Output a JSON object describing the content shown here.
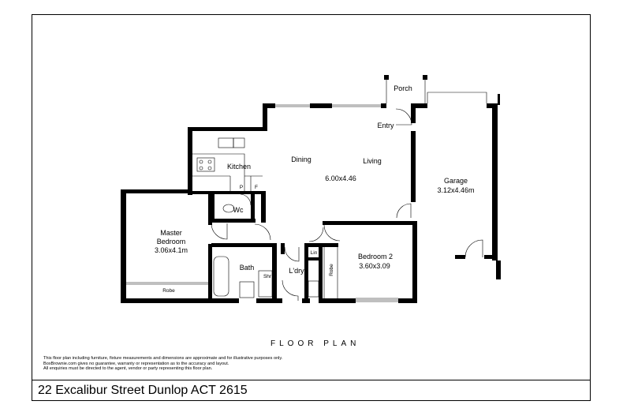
{
  "address": "22 Excalibur Street Dunlop ACT 2615",
  "plan_title": "FLOOR PLAN",
  "disclaimer": [
    "This floor plan including furniture, fixture measurements and dimensions are approximate and for illustrative purposes only.",
    "BoxBrownie.com gives no guarantee, warranty or representation as to the accuracy and layout.",
    "All enquiries must be directed to the agent, vendor or party representing this floor plan."
  ],
  "rooms": {
    "porch": "Porch",
    "entry": "Entry",
    "kitchen": "Kitchen",
    "pantry": "P",
    "fridge": "F",
    "dining": "Dining",
    "living": "Living",
    "living_dims": "6.00x4.46",
    "garage": "Garage",
    "garage_dims": "3.12x4.46m",
    "wc": "Wc",
    "master_line1": "Master",
    "master_line2": "Bedroom",
    "master_dims": "3.06x4.1m",
    "robe_master": "Robe",
    "bath": "Bath",
    "shower": "Shr",
    "laundry": "L'dry",
    "linen": "Lin",
    "bedroom2": "Bedroom 2",
    "bedroom2_dims": "3.60x3.09",
    "robe_bed2": "Robe"
  }
}
